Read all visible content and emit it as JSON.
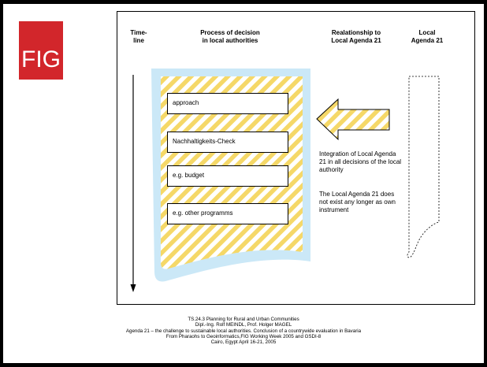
{
  "logo": {
    "text": "FIG",
    "color": "#d2262b"
  },
  "headers": {
    "timeline": "Time-\nline",
    "process": "Process of decision\nin local authorities",
    "relationship": "Realationship to\nLocal Agenda 21",
    "la21": "Local\nAgenda 21"
  },
  "steps": [
    "approach",
    "Nachhaltigkeits-Check",
    "e.g. budget",
    "e.g. other programms"
  ],
  "notes": {
    "integration": "Integration of Local Agenda 21 in all decisions of the local authority",
    "no_longer": "The Local Agenda 21 does not exist any longer as own instrument"
  },
  "footer": [
    "TS.24.3 Planning for Rural and Urban Communities",
    "Dipl.-Ing. Rolf MEINDL, Prof. Holger MAGEL",
    "Agenda 21 – the challenge to sustainable local authorities. Conclusion of a countrywide evaluation in Bavaria",
    "From Pharaohs to Geoinformatics,FIG Working Week 2005 and GSDI-8",
    "Cairo, Egypt April 16-21, 2005"
  ],
  "colors": {
    "stripe": "#f5d868",
    "shadow": "#cbe8f7"
  }
}
